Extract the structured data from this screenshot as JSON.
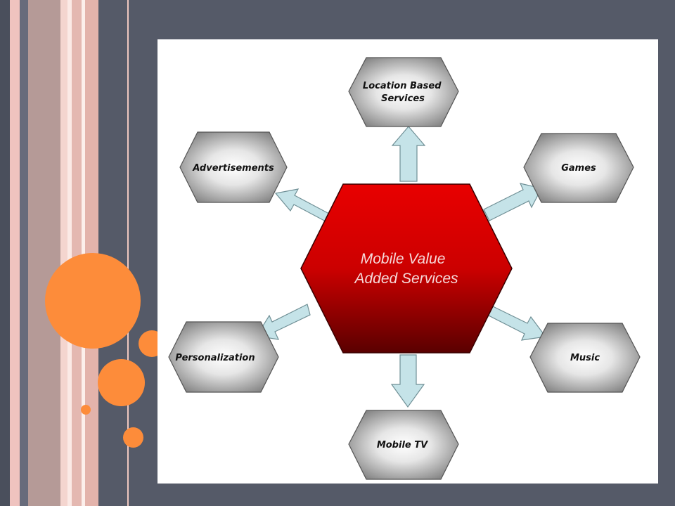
{
  "diagram": {
    "center": {
      "lines": [
        "Mobile Value",
        "Added Services"
      ]
    },
    "nodes": [
      {
        "id": "location",
        "lines": [
          "Location Based",
          "Services"
        ]
      },
      {
        "id": "games",
        "lines": [
          "Games"
        ]
      },
      {
        "id": "music",
        "lines": [
          "Music"
        ]
      },
      {
        "id": "mobile-tv",
        "lines": [
          "Mobile TV"
        ]
      },
      {
        "id": "personalization",
        "lines": [
          "Personalization"
        ]
      },
      {
        "id": "advertisements",
        "lines": [
          "Advertisements"
        ]
      }
    ]
  },
  "colors": {
    "background": "#555a68",
    "accent_orange": "#fd8c3a",
    "center_red": "#d60000",
    "arrow_fill": "#c5e3e8"
  }
}
